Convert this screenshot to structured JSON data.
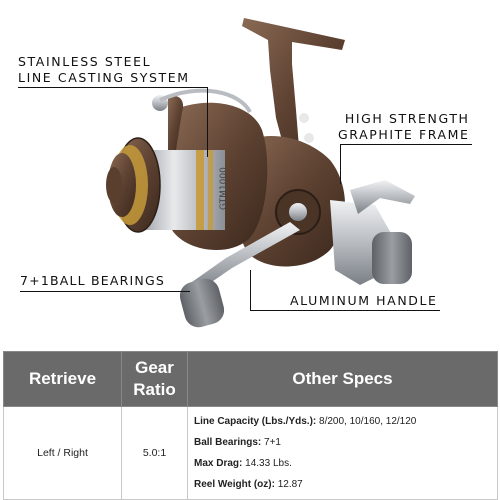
{
  "callouts": {
    "stainless_line1": "STAINLESS STEEL",
    "stainless_line2": "LINE CASTING SYSTEM",
    "graphite_line1": "HIGH STRENGTH",
    "graphite_line2": "GRAPHITE FRAME",
    "bearings": "7+1BALL BEARINGS",
    "handle": "ALUMINUM HANDLE"
  },
  "reel": {
    "spool_text": "GTM1000",
    "colors": {
      "body": "#6b4a36",
      "body_dark": "#3e2a1e",
      "silver": "#c9ccd0",
      "gold": "#c69a3a",
      "knob": "#7d8185"
    }
  },
  "table": {
    "headers": [
      "Retrieve",
      "Gear Ratio",
      "Other Specs"
    ],
    "header_color": "#6a6a6a",
    "row": {
      "retrieve": "Left / Right",
      "gear_ratio": "5.0:1",
      "specs": [
        {
          "label": "Line Capacity (Lbs./Yds.):",
          "value": "8/200, 10/160, 12/120"
        },
        {
          "label": "Ball Bearings:",
          "value": "7+1"
        },
        {
          "label": "Max Drag:",
          "value": "14.33 Lbs."
        },
        {
          "label": "Reel Weight (oz):",
          "value": "12.87"
        }
      ]
    }
  }
}
